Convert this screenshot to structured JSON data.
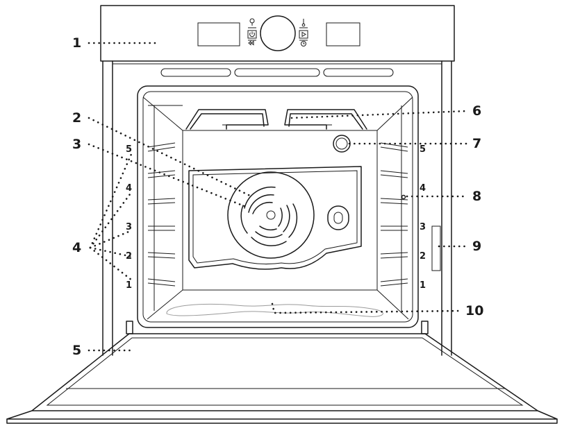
{
  "callouts": [
    "1",
    "2",
    "3",
    "4",
    "5",
    "6",
    "7",
    "8",
    "9",
    "10"
  ],
  "shelf_levels": {
    "left": [
      "5",
      "4",
      "3",
      "2",
      "1"
    ],
    "right": [
      "5",
      "4",
      "3",
      "2",
      "1"
    ]
  },
  "colors": {
    "line": "#1a1a1a",
    "element": "#9a9a9a",
    "background": "#ffffff"
  },
  "icons": [
    "lamp-icon",
    "power-icon",
    "back-icon",
    "temperature-icon",
    "play-icon",
    "timer-icon"
  ]
}
